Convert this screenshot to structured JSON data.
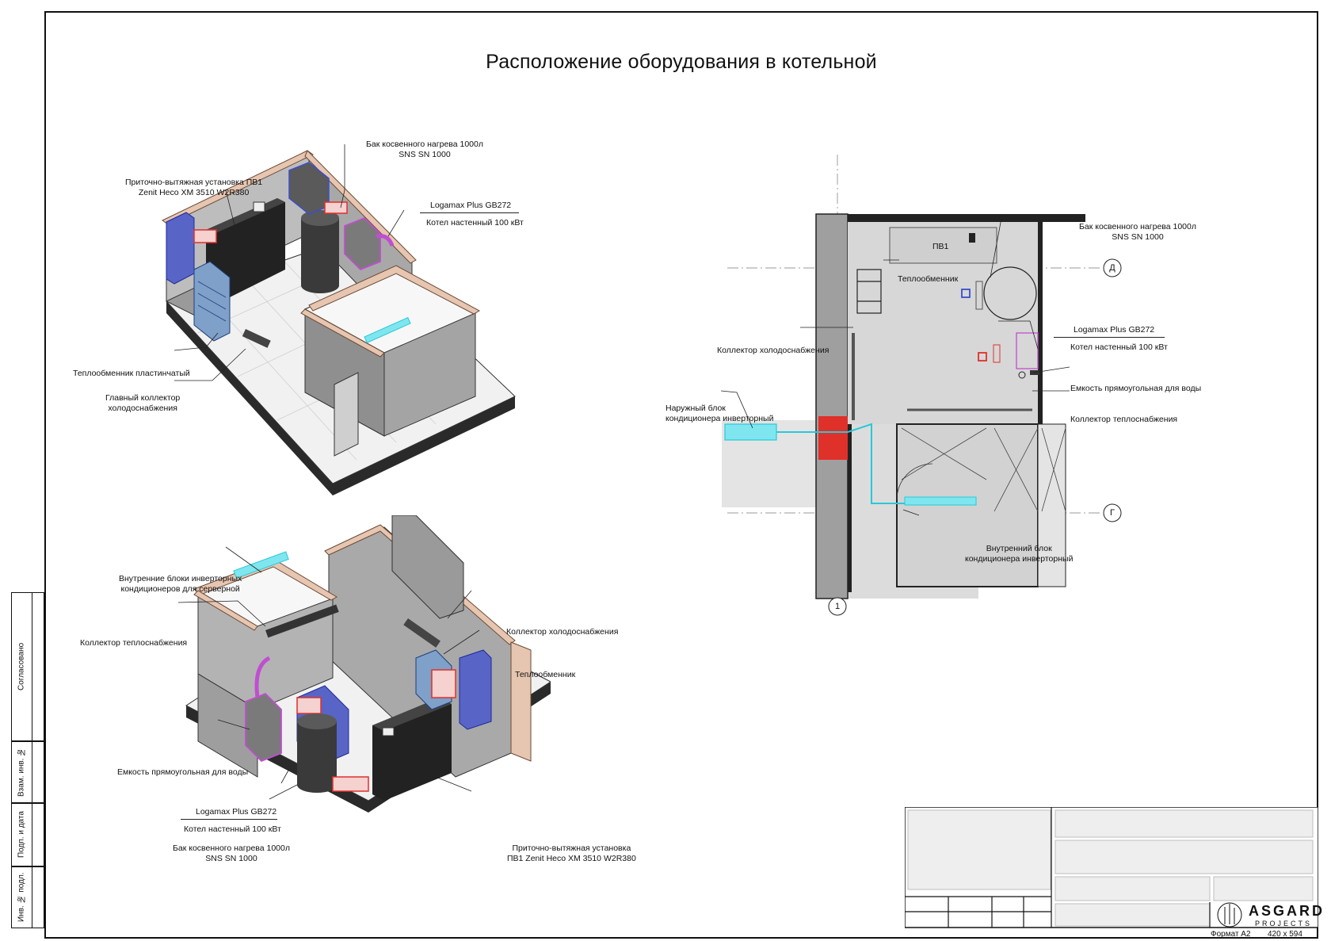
{
  "title": "Расположение оборудования в котельной",
  "iso_top": {
    "labels": {
      "tank": "Бак косвенного нагрева 1000л\nSNS SN 1000",
      "ahu": "Приточно-вытяжная установка ПВ1\nZenit Heco XM 3510 W2R380",
      "boiler_model": "Logamax Plus GB272",
      "boiler_desc": "Котел настенный 100 кВт",
      "plate_hx": "Теплообменник пластинчатый",
      "main_collector": "Главный коллектор\nхолодоснабжения"
    }
  },
  "iso_bottom": {
    "labels": {
      "indoor_units": "Внутренние блоки инверторных\nкондиционеров для серверной",
      "heat_collector": "Коллектор теплоснабжения",
      "cold_collector": "Коллектор холодоснабжения",
      "heat_exchanger": "Теплообменник",
      "water_tank": "Емкость прямоугольная для воды",
      "boiler_model": "Logamax Plus GB272",
      "boiler_desc": "Котел настенный 100 кВт",
      "tank": "Бак косвенного нагрева 1000л\nSNS SN 1000",
      "ahu": "Приточно-вытяжная установка\nПВ1 Zenit Heco XM 3510 W2R380"
    }
  },
  "plan": {
    "labels": {
      "pv1": "ПВ1",
      "heat_exchanger": "Теплообменник",
      "cold_collector": "Коллектор холодоснабжения",
      "outdoor_unit": "Наружный блок\nкондиционера инверторный",
      "tank": "Бак косвенного нагрева 1000л\nSNS SN 1000",
      "boiler_model": "Logamax Plus GB272",
      "boiler_desc": "Котел настенный 100 кВт",
      "water_tank": "Емкость прямоугольная для воды",
      "heat_collector": "Коллектор теплоснабжения",
      "indoor_unit": "Внутренний блок\nкондиционера инверторный"
    },
    "axes": {
      "d": "Д",
      "g": "Г",
      "one": "1"
    }
  },
  "side_strip": {
    "agreed": "Согласовано",
    "vzam": "Взам. инв. №",
    "podp": "Подп. и дата",
    "inv": "Инв. № подл."
  },
  "stamp": {
    "logo_main": "ASGARD",
    "logo_sub": "PROJECTS",
    "format": "Формат А2",
    "size": "420 x 594"
  },
  "colors": {
    "wall_fill": "#e7c6b1",
    "wall_stroke": "#6b4a35",
    "equipment_dark": "#222222",
    "equipment_blue": "#3b4fc9",
    "accent_red": "#e0302a",
    "accent_magenta": "#c04fd0",
    "accent_cyan": "#27c9d8",
    "floor_grey": "#d9d9d9",
    "wall_grey": "#b9b9b9"
  }
}
